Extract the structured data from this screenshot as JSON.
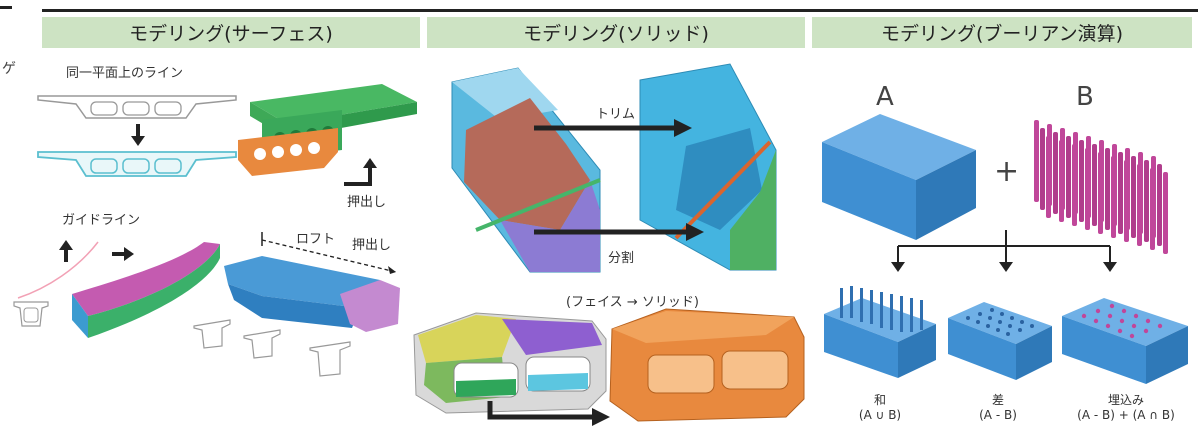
{
  "headers": {
    "surface": "モデリング(サーフェス)",
    "solid": "モデリング(ソリッド)",
    "boolean": "モデリング(ブーリアン演算)"
  },
  "side_glyph": "ゲ",
  "surface": {
    "plane_lines": "同一平面上のライン",
    "extrude": "押出し",
    "guide_line": "ガイドライン",
    "loft": "ロフト",
    "extrude2": "押出し"
  },
  "solid": {
    "trim": "トリム",
    "split": "分割",
    "face_to_solid": "(フェイス → ソリッド)"
  },
  "boolean": {
    "a": "A",
    "b": "B",
    "plus": "+",
    "union": {
      "name": "和",
      "formula": "(A ∪ B)"
    },
    "difference": {
      "name": "差",
      "formula": "(A - B)"
    },
    "embed": {
      "name": "埋込み",
      "formula": "(A - B) + (A ∩ B)"
    }
  },
  "colors": {
    "header_bg": "#cde3c3",
    "solid_blue": "#3f8fd2",
    "green": "#3aa85a",
    "orange": "#e8893e",
    "magenta": "#c0479a",
    "cyan": "#5cc6e0"
  }
}
